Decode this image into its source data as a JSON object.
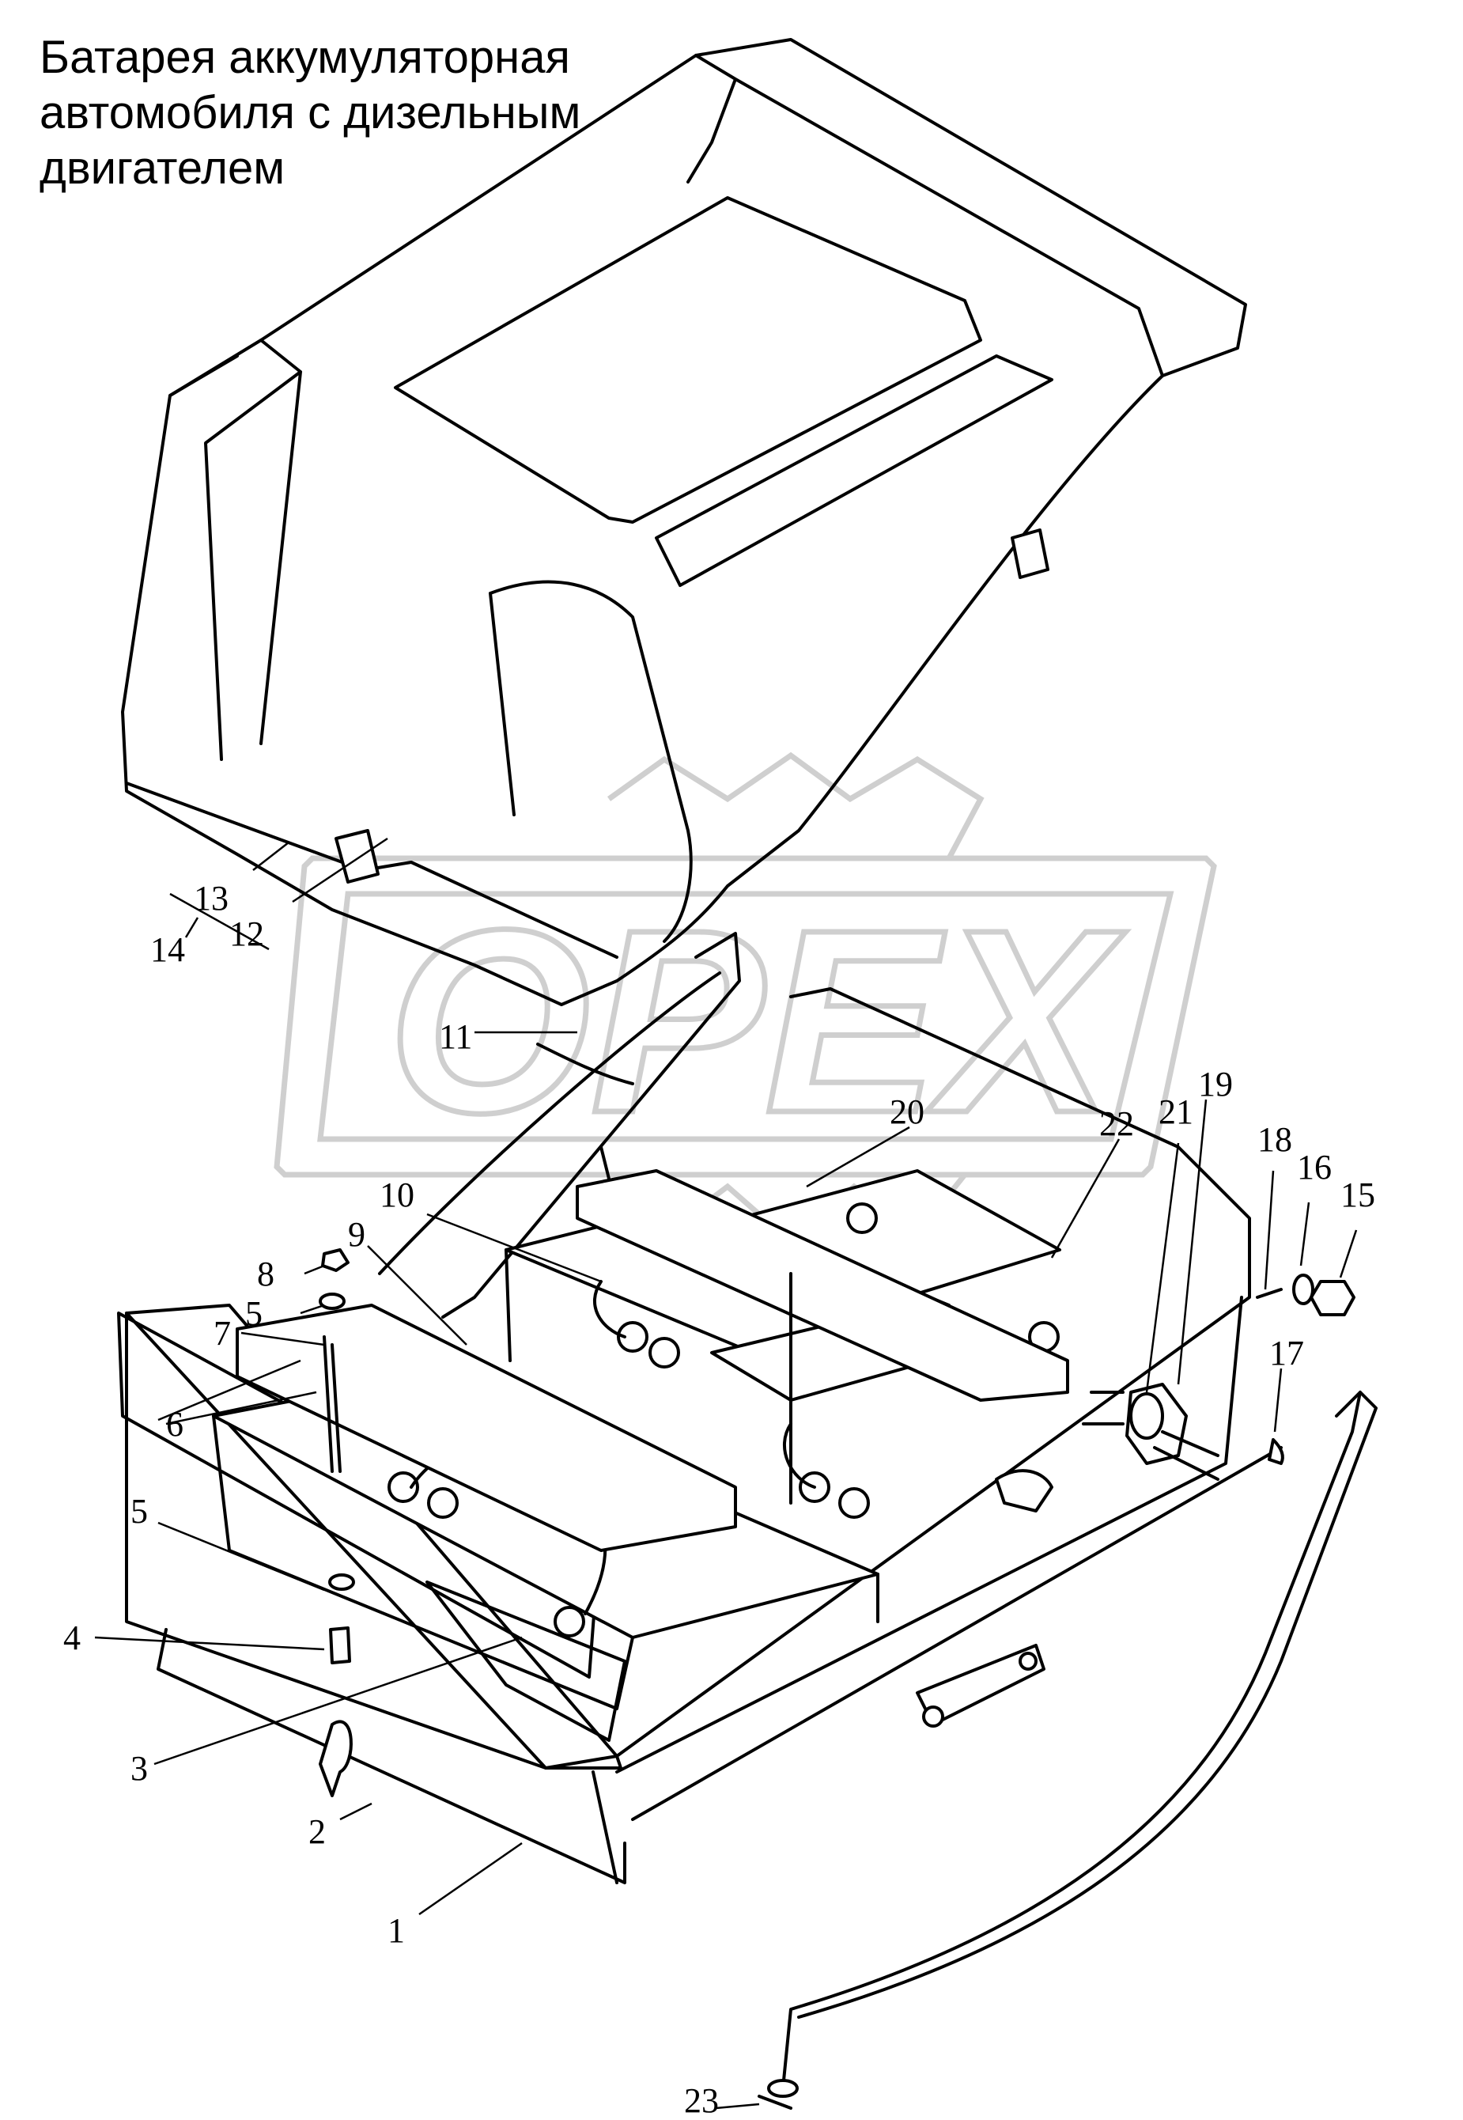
{
  "title": {
    "lines": [
      "Батарея аккумуляторная",
      "автомобиля с дизельным",
      "двигателем"
    ]
  },
  "watermark": {
    "text": "OPEX"
  },
  "callouts": [
    "1",
    "2",
    "3",
    "4",
    "5",
    "5",
    "6",
    "7",
    "8",
    "9",
    "10",
    "11",
    "12",
    "13",
    "14",
    "15",
    "16",
    "17",
    "18",
    "19",
    "20",
    "21",
    "22",
    "23"
  ],
  "colors": {
    "ink": "#000000",
    "watermark": "#cfcfcf",
    "background": "#ffffff"
  }
}
